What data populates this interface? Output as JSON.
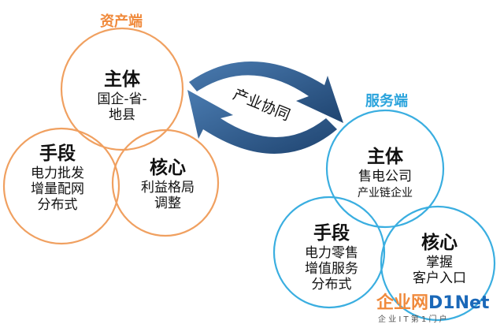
{
  "colors": {
    "asset": "#f0a060",
    "service": "#3aaee0",
    "arrow": "#2f5a8a",
    "watermark_red": "#e62020"
  },
  "asset": {
    "heading": "资产端",
    "subject": {
      "title": "主体",
      "line1": "国企-省-",
      "line2": "地县"
    },
    "means": {
      "title": "手段",
      "line1": "电力批发",
      "line2": "增量配网",
      "line3": "分布式"
    },
    "core": {
      "title": "核心",
      "line1": "利益格局",
      "line2": "调整"
    }
  },
  "center": {
    "label": "产业协同"
  },
  "service": {
    "heading": "服务端",
    "subject": {
      "title": "主体",
      "line1": "售电公司",
      "line2": "产业链企业"
    },
    "means": {
      "title": "手段",
      "line1": "电力零售",
      "line2": "增值服务",
      "line3": "分布式"
    },
    "core": {
      "title": "核心",
      "line1": "掌握",
      "line2": "客户入口"
    }
  },
  "watermark": {
    "cn": "企业网",
    "en": "D1Net",
    "sub": "企 业 I T 第 1 门 户"
  }
}
